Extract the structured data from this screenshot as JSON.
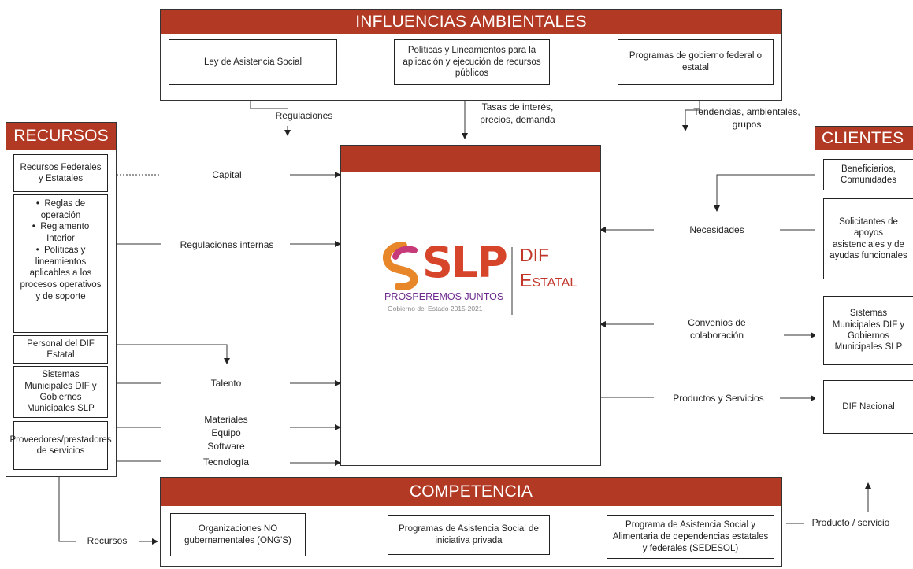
{
  "influencias": {
    "title": "INFLUENCIAS AMBIENTALES",
    "boxes": [
      "Ley de Asistencia Social",
      "Políticas y Lineamientos para la aplicación y ejecución de recursos públicos",
      "Programas de gobierno federal o estatal"
    ],
    "labels": [
      "Regulaciones",
      "Tasas de interés, precios, demanda",
      "Tendencias, ambientales, grupos"
    ]
  },
  "recursos": {
    "title": "RECURSOS",
    "items": [
      "Recursos Federales y Estatales",
      "Personal del DIF Estatal",
      "Sistemas Municipales DIF y Gobiernos Municipales SLP",
      "Proveedores/prestadores de servicios"
    ],
    "bullets": [
      "Reglas de operación",
      "Reglamento Interior",
      "Políticas y lineamientos aplicables a los procesos operativos y de soporte"
    ],
    "bottom_label": "Recursos"
  },
  "flows_left": [
    "Capital",
    "Regulaciones internas",
    "Talento",
    "Materiales Equipo Software",
    "Tecnología"
  ],
  "flows_right": [
    "Necesidades",
    "Convenios de colaboración",
    "Productos y Servicios"
  ],
  "center": {
    "logo_text": "SLP",
    "slogan": "PROSPEREMOS JUNTOS",
    "gov": "Gobierno del Estado 2015-2021",
    "dif": "DIF",
    "estatal": "Estatal",
    "colors": {
      "red": "#b23a24",
      "orange": "#e8862a",
      "purple": "#6f2c8f"
    }
  },
  "clientes": {
    "title": "CLIENTES",
    "items": [
      "Beneficiarios, Comunidades",
      "Solicitantes de apoyos asistenciales y de ayudas funcionales",
      "Sistemas Municipales DIF y Gobiernos Municipales SLP",
      "DIF Nacional"
    ],
    "bottom_label": "Producto / servicio"
  },
  "competencia": {
    "title": "COMPETENCIA",
    "boxes": [
      "Organizaciones NO gubernamentales (ONG'S)",
      "Programas de Asistencia Social de iniciativa privada",
      "Programa de Asistencia Social y Alimentaria de dependencias estatales y federales (SEDESOL)"
    ]
  }
}
